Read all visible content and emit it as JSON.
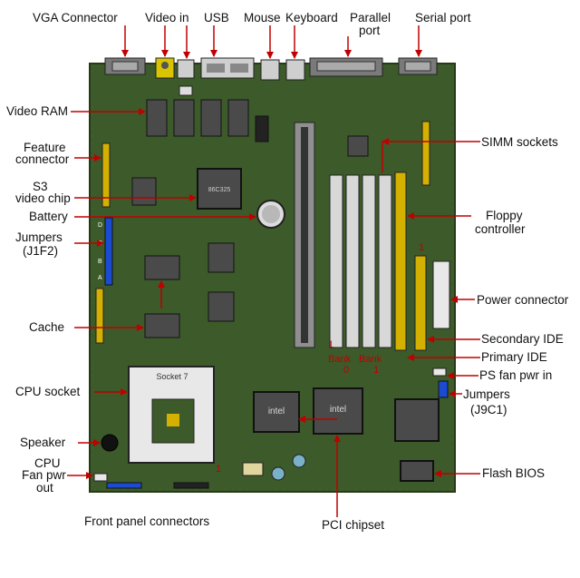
{
  "labels": {
    "vga_connector": "VGA Connector",
    "video_in": "Video in",
    "usb": "USB",
    "mouse": "Mouse",
    "keyboard": "Keyboard",
    "parallel_port_line1": "Parallel",
    "parallel_port_line2": "port",
    "serial_port": "Serial port",
    "video_ram": "Video RAM",
    "feature_connector_line1": "Feature",
    "feature_connector_line2": "connector",
    "s3_video_chip_line1": "S3",
    "s3_video_chip_line2": "video chip",
    "battery": "Battery",
    "jumpers_j1f2_line1": "Jumpers",
    "jumpers_j1f2_line2": "(J1F2)",
    "cache": "Cache",
    "cpu_socket": "CPU socket",
    "speaker": "Speaker",
    "cpu_fan_line1": "CPU",
    "cpu_fan_line2": "Fan pwr",
    "cpu_fan_line3": "out",
    "front_panel_connectors": "Front panel connectors",
    "pci_chipset": "PCI chipset",
    "simm_sockets": "SIMM sockets",
    "floppy_controller_line1": "Floppy",
    "floppy_controller_line2": "controller",
    "power_connector": "Power connector",
    "secondary_ide": "Secondary IDE",
    "primary_ide": "Primary IDE",
    "ps_fan_pwr_in": "PS fan pwr in",
    "jumpers_j9c1_line1": "Jumpers",
    "jumpers_j9c1_line2": "(J9C1)",
    "flash_bios": "Flash BIOS"
  },
  "board_marks": {
    "bank0_line1": "Bank",
    "bank0_line2": "0",
    "bank1_line1": "Bank",
    "bank1_line2": "1",
    "simm_pin1": "1",
    "ide_pin1": "1",
    "cpu_pin1": "1",
    "socket_text": "Socket 7",
    "s3_chip_text": "86C325",
    "intel_chip1_text": "intel",
    "intel_chip2_text": "intel",
    "jumper_letters": [
      "D",
      "C",
      "B",
      "A"
    ]
  },
  "colors": {
    "board_green": "#3d5a2a",
    "board_dark": "#2f4a1f",
    "arrow_red": "#c00000",
    "chip_grey": "#4a4a4a",
    "slot_grey": "#8f8f8f",
    "ide_yellow": "#d4b000",
    "jumper_blue": "#1a4bd0",
    "socket_white": "#e8e8e8"
  }
}
